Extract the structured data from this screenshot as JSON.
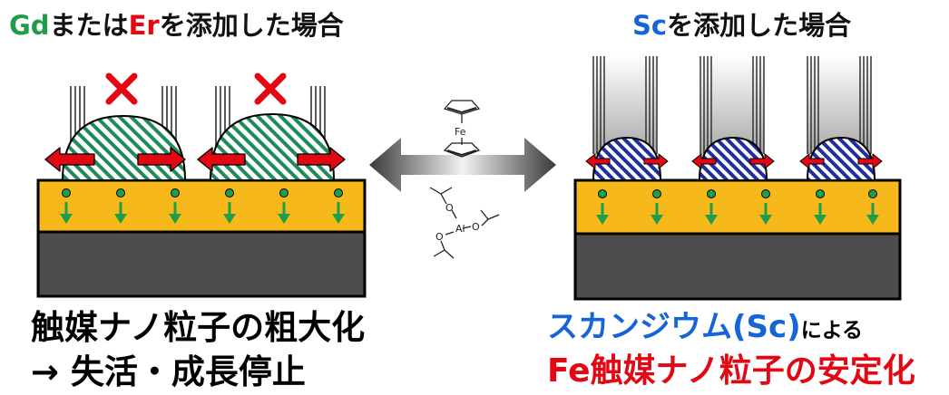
{
  "title_left": {
    "part1": "Gd",
    "part2": "または",
    "part3": "Er",
    "part4": "を添加した場合"
  },
  "title_right": {
    "part1": "Sc",
    "part2": "を添加した場合"
  },
  "caption_left": {
    "line1": "触媒ナノ粒子の粗大化",
    "line2": "→ 失活・成長停止"
  },
  "caption_right": {
    "line1_main": "スカンジウム(Sc)",
    "line1_small": "による",
    "line2": "Fe触媒ナノ粒子の安定化"
  },
  "molecule_labels": {
    "fe": "Fe",
    "al": "Al",
    "o1": "O",
    "o2": "O",
    "o3": "O"
  },
  "colors": {
    "green_text": "#1e9e4a",
    "red_text": "#e30613",
    "blue_text": "#1565d8",
    "buffer_layer": "#f6b81a",
    "substrate": "#4d4d4d",
    "arrow_red": "#e30613",
    "dot_green": "#1e9e4a"
  }
}
